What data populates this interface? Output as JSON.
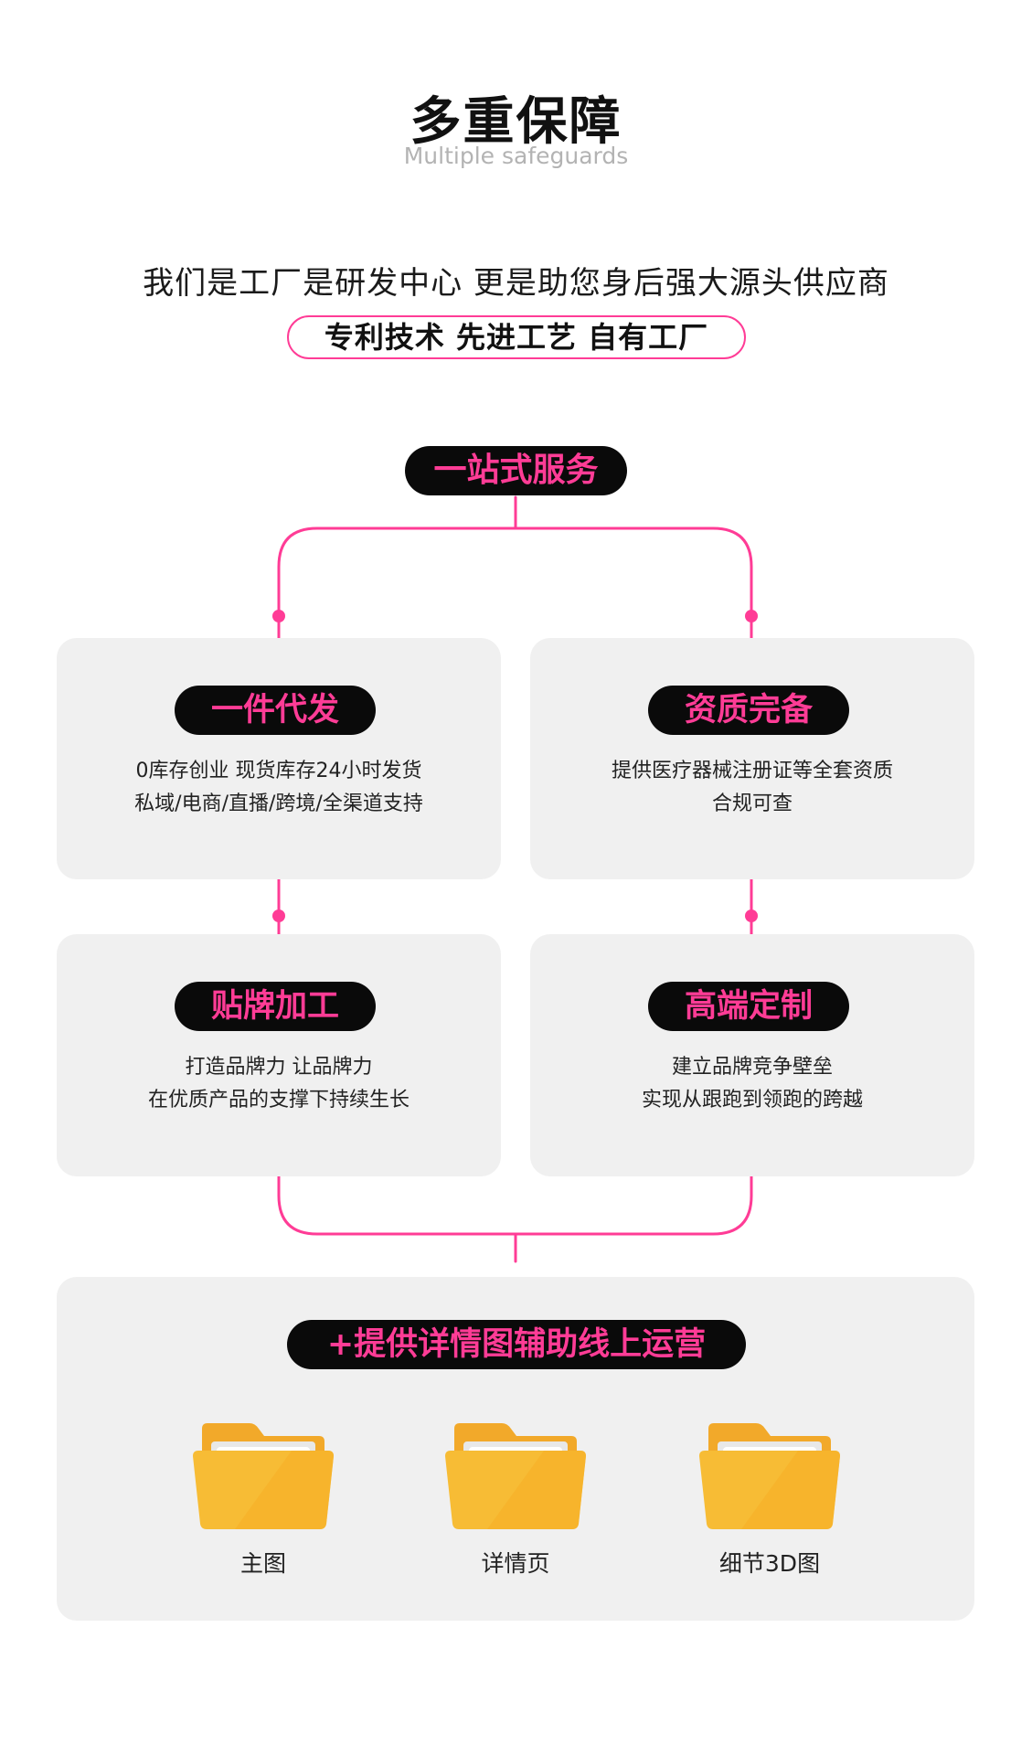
{
  "header": {
    "title": "多重保障",
    "subtitle": "Multiple safeguards"
  },
  "intro": {
    "line": "我们是工厂是研发中心 更是助您身后强大源头供应商",
    "highlight": "专利技术 先进工艺 自有工厂"
  },
  "service": {
    "title": "一站式服务"
  },
  "cards": [
    {
      "title": "一件代发",
      "lines": [
        "0库存创业 现货库存24小时发货",
        "私域/电商/直播/跨境/全渠道支持"
      ]
    },
    {
      "title": "资质完备",
      "lines": [
        "提供医疗器械注册证等全套资质",
        "合规可查"
      ]
    },
    {
      "title": "贴牌加工",
      "lines": [
        "打造品牌力 让品牌力",
        "在优质产品的支撑下持续生长"
      ]
    },
    {
      "title": "高端定制",
      "lines": [
        "建立品牌竞争壁垒",
        "实现从跟跑到领跑的跨越"
      ]
    }
  ],
  "bottom": {
    "title": "+提供详情图辅助线上运营",
    "folders": [
      {
        "label": "主图",
        "icon": "folder-icon"
      },
      {
        "label": "详情页",
        "icon": "folder-icon"
      },
      {
        "label": "细节3D图",
        "icon": "folder-icon"
      }
    ]
  },
  "colors": {
    "accent": "#ff3c96",
    "pill_bg": "#0a0a0a",
    "card_bg": "#f0f0f0",
    "subtitle": "#b3b3b3",
    "folder": "#f6b52e"
  }
}
